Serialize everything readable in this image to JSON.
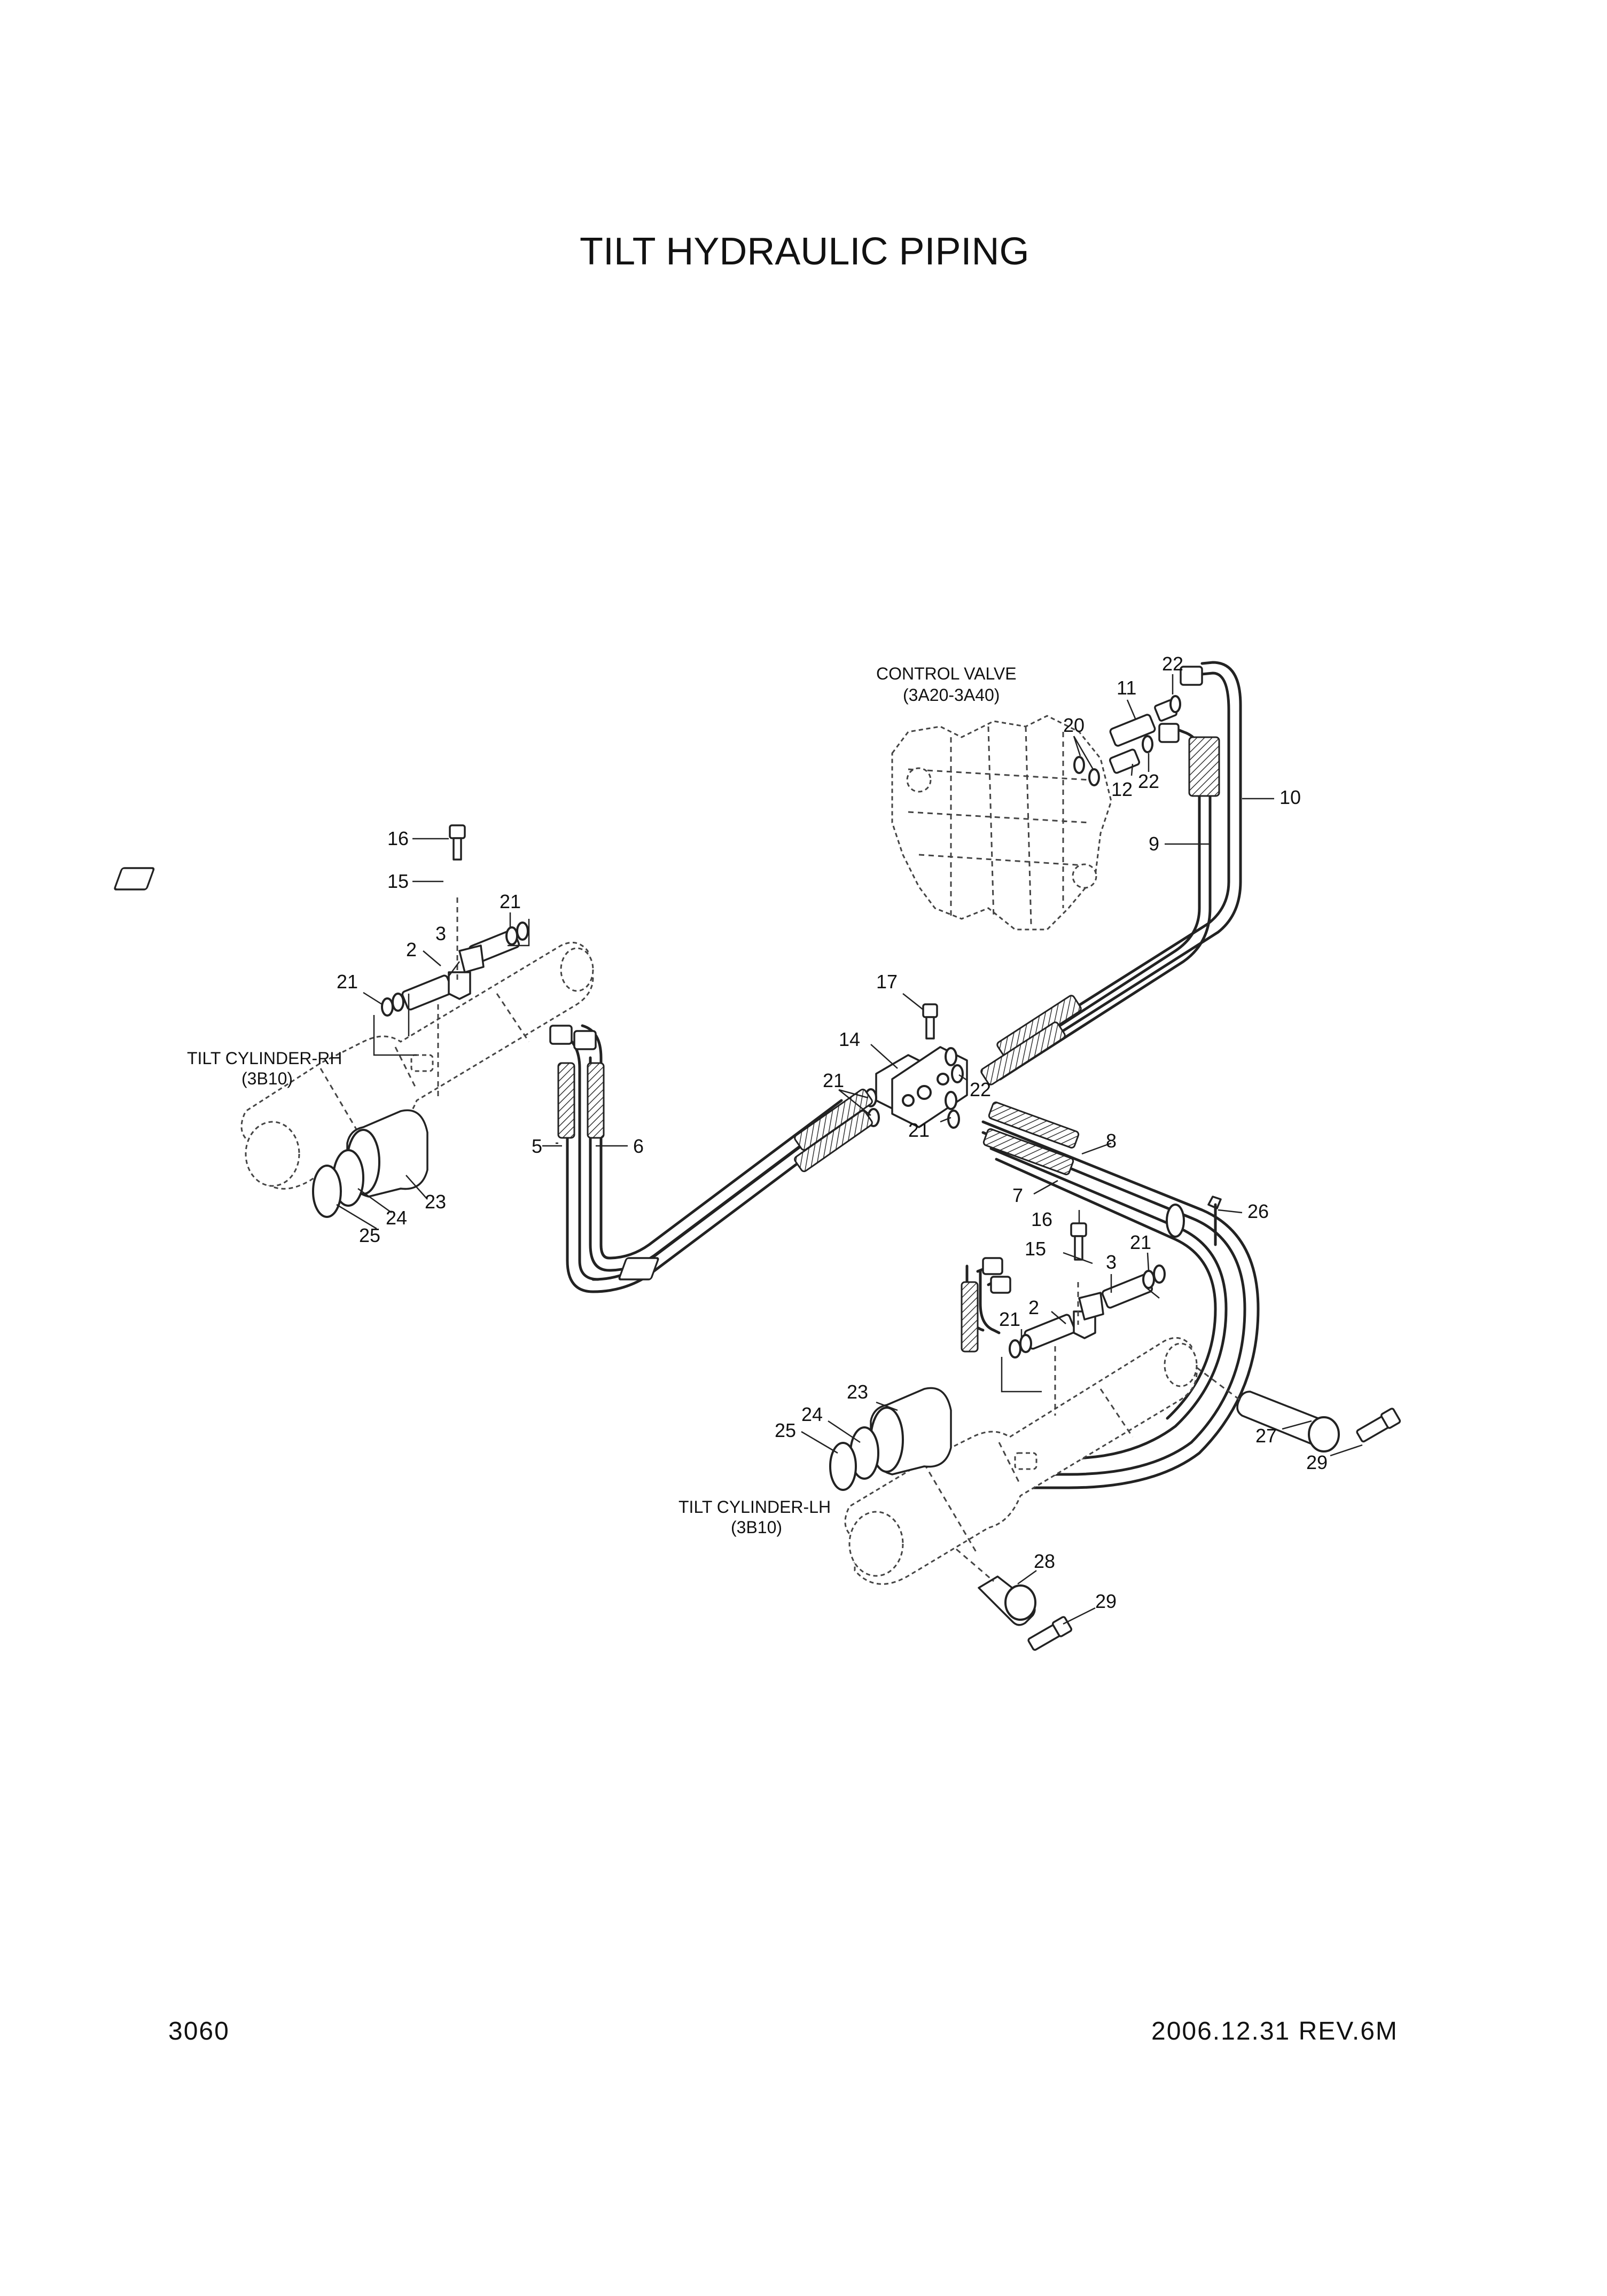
{
  "title": "TILT HYDRAULIC PIPING",
  "labels": {
    "control_valve": "CONTROL VALVE",
    "control_valve_ref": "(3A20-3A40)",
    "cylinder_rh": "TILT CYLINDER-RH",
    "cylinder_rh_ref": "(3B10)",
    "cylinder_lh": "TILT CYLINDER-LH",
    "cylinder_lh_ref": "(3B10)"
  },
  "callouts": {
    "c22_top": "22",
    "c11": "11",
    "c20": "20",
    "c12": "12",
    "c22_mid": "22",
    "c10": "10",
    "c9": "9",
    "c16_rh": "16",
    "c15_rh": "15",
    "c21_rh_top": "21",
    "c3_rh": "3",
    "c2_rh": "2",
    "c21_rh_left": "21",
    "c17": "17",
    "c14": "14",
    "c21_center": "21",
    "c22_center": "22",
    "c21_center_low": "21",
    "c5": "5",
    "c6": "6",
    "c8": "8",
    "c7": "7",
    "c23_rh": "23",
    "c24_rh": "24",
    "c25_rh": "25",
    "c26": "26",
    "c16_lh": "16",
    "c15_lh": "15",
    "c3_lh": "3",
    "c21_lh_top": "21",
    "c2_lh": "2",
    "c21_lh_left": "21",
    "c23_lh": "23",
    "c24_lh": "24",
    "c25_lh": "25",
    "c27": "27",
    "c29_right": "29",
    "c28": "28",
    "c29_bottom": "29"
  },
  "footer": {
    "page_number": "3060",
    "revision": "2006.12.31 REV.6M"
  }
}
